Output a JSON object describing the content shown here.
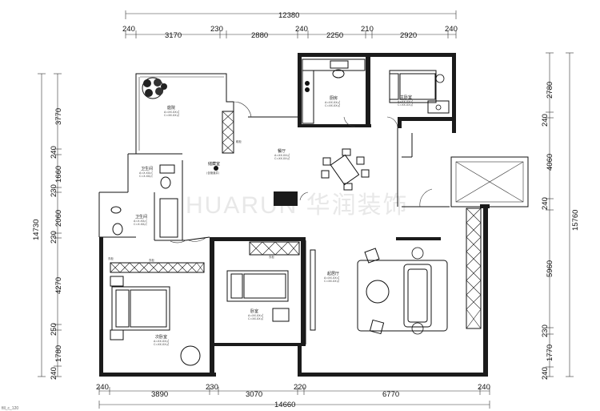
{
  "dimensions": {
    "top_total": "12380",
    "top_segments": [
      "240",
      "3170",
      "230",
      "2880",
      "240",
      "2250",
      "210",
      "2920",
      "240"
    ],
    "bottom_total": "14660",
    "bottom_segments": [
      "240",
      "3890",
      "230",
      "3070",
      "220",
      "6770",
      "240"
    ],
    "left_total": "14730",
    "left_segments": [
      "3770",
      "240",
      "1660",
      "230",
      "2060",
      "230",
      "4270",
      "250",
      "1780",
      "240"
    ],
    "right_total": "15760",
    "right_segments": [
      "2780",
      "240",
      "4060",
      "240",
      "5960",
      "230",
      "1770",
      "240"
    ]
  },
  "rooms": {
    "garden": {
      "name": "庭院",
      "line1": "A=XX.XX㎡",
      "line2": "C=XX.XX㎡"
    },
    "kitchen": {
      "name": "厨房",
      "line1": "A=XX.XX㎡",
      "line2": "C=XX.XX㎡"
    },
    "master_bedroom": {
      "name": "主卧室",
      "line1": "A=XX.XX㎡",
      "line2": "C=XX.XX㎡"
    },
    "wash_top": {
      "name": "卫生间",
      "line1": "A=X.XX㎡",
      "line2": "C=X.XX㎡"
    },
    "storage": {
      "name": "储藏室",
      "line1": "(含管道井)",
      "line2": ""
    },
    "dining": {
      "name": "餐厅",
      "line1": "A=XX.XX㎡",
      "line2": "C=XX.XX㎡"
    },
    "wash_low": {
      "name": "卫生间",
      "line1": "A=X.XX㎡",
      "line2": "C=X.XX㎡"
    },
    "living": {
      "name": "起居厅",
      "line1": "A=XX.XX㎡",
      "line2": "C=XX.XX㎡"
    },
    "second_bedroom": {
      "name": "次卧室",
      "line1": "A=XX.XX㎡",
      "line2": "C=XX.XX㎡"
    },
    "third_bedroom": {
      "name": "卧室",
      "line1": "A=XX.XX㎡",
      "line2": "C=XX.XX㎡"
    }
  },
  "labels": {
    "wardrobe_1": "衣柜",
    "wardrobe_2": "衣柜",
    "wardrobe_3": "衣柜",
    "cabinet": "鞋柜"
  },
  "watermark": "HUARUN 华润装饰",
  "footer": "fill_c_120"
}
